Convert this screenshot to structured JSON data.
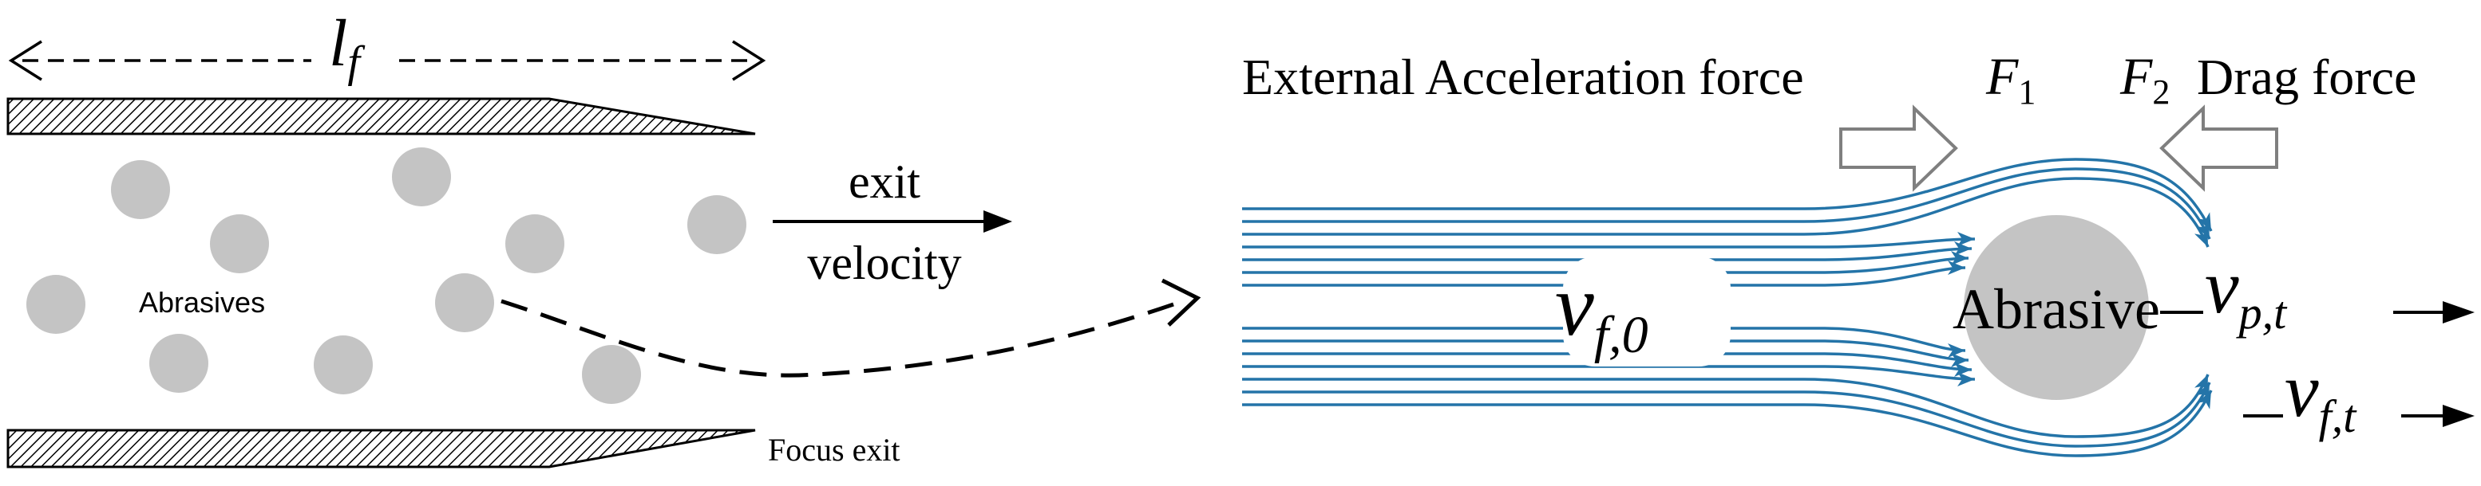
{
  "nozzle": {
    "length_symbol": "l",
    "length_subscript": "f",
    "particles_label": "Abrasives",
    "exit_label": "Focus exit",
    "exit_velocity_line1": "exit",
    "exit_velocity_line2": "velocity"
  },
  "flow": {
    "title_text": "External Acceleration force",
    "f1_symbol": "F",
    "f1_subscript": "1",
    "f2_symbol": "F",
    "f2_subscript": "2",
    "drag_text": "Drag force",
    "particle_label": "Abrasive",
    "fluid_velocity_symbol": "v",
    "fluid_velocity_subscript": "f,0",
    "particle_velocity_symbol": "v",
    "particle_velocity_subscript": "p,t",
    "fluid_exit_symbol": "v",
    "fluid_exit_subscript": "f,t"
  },
  "colors": {
    "streamline": "#2474a8",
    "particle": "#c4c4c4",
    "arrow_outline": "#7f7f7f",
    "ink": "#000000"
  }
}
